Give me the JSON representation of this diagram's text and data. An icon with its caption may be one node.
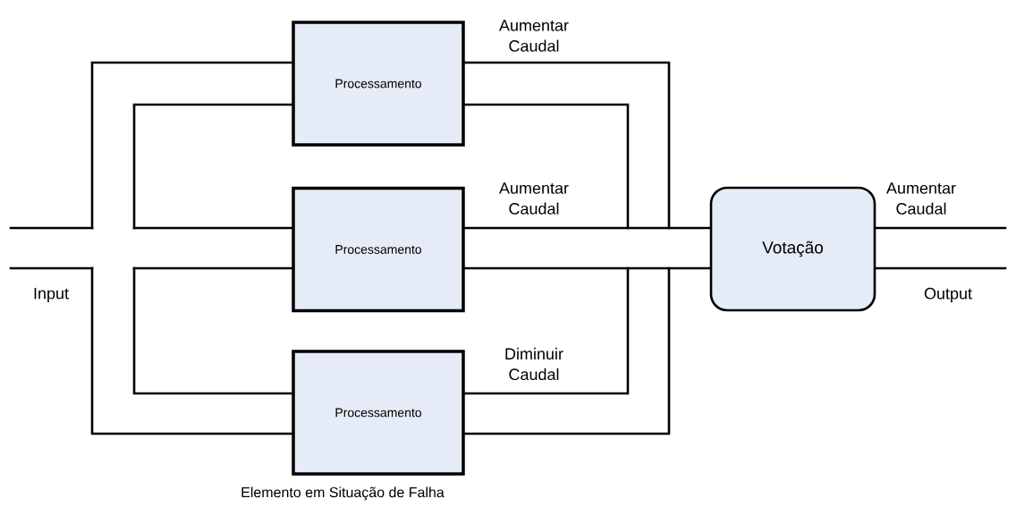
{
  "diagram": {
    "nodes": [
      {
        "text": [
          "Processamento"
        ]
      },
      {
        "text": [
          "Processamento"
        ]
      },
      {
        "text": [
          "Processamento"
        ],
        "beside": [
          "Elemento em Situação de Falha"
        ]
      },
      {
        "text": [
          "Votação"
        ]
      }
    ],
    "edges": [
      {
        "from": null,
        "to": 0,
        "arrow": "none"
      },
      {
        "from": null,
        "to": 1,
        "arrow": "none"
      },
      {
        "from": null,
        "to": 2,
        "arrow": "none"
      },
      {
        "from": 0,
        "to": 3,
        "arrow": "none",
        "label": "Aumentar Caudal"
      },
      {
        "from": 1,
        "to": 3,
        "arrow": "none",
        "label": "Aumentar Caudal"
      },
      {
        "from": 2,
        "to": 3,
        "arrow": "none",
        "label": "Diminuir Caudal"
      },
      {
        "from": 3,
        "to": null,
        "arrow": "none",
        "label": "Aumentar Caudal"
      }
    ],
    "labels": [
      "Input",
      "Output"
    ]
  }
}
